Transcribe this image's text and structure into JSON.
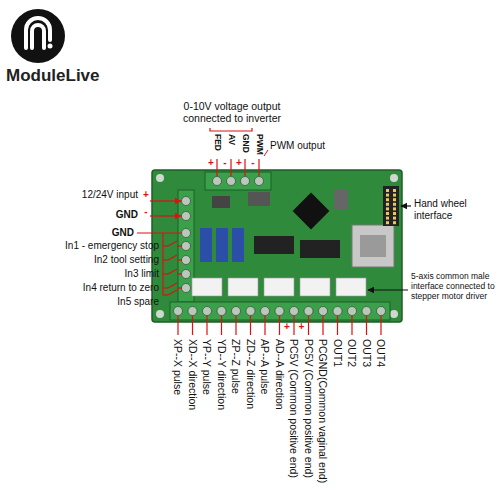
{
  "diagram": {
    "labels": [
      "ModuleLive",
      "0-10V voltage output connected to inverter",
      "FED",
      "AV",
      "GND",
      "PWM",
      "PWM output",
      "+",
      "-",
      "+",
      "-",
      "12/24V input",
      "+",
      "GND",
      "-",
      "GND",
      "In1 - emergency stop",
      "In2 tool setting",
      "In3 limit",
      "In4 return to zero",
      "In5 spare",
      "Hand wheel interface",
      "5-axis common male interface connected to stepper motor driver",
      "XP--X pulse",
      "XD--X direction",
      "YP--Y pulse",
      "YD--Y direction",
      "ZP--Z pulse",
      "ZD--Z direction",
      "AP--A pulse",
      "AD--A direction",
      "PC5V (Common positive end)",
      "PC5V (Common positive end)",
      "PCGND(Common vaginal end)",
      "OUT1",
      "OUT2",
      "OUT3",
      "OUT4",
      "+",
      "+"
    ]
  }
}
